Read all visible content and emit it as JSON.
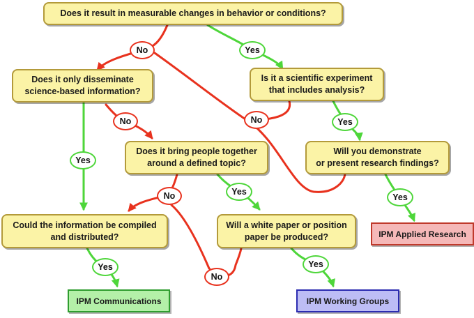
{
  "questions": {
    "q1": "Does it result in measurable changes in behavior or conditions?",
    "q2": "Does it only disseminate\nscience-based information?",
    "q3": "Is it a scientific experiment\nthat includes analysis?",
    "q4": "Does it bring people together\naround a defined topic?",
    "q5": "Will you demonstrate\nor present research findings?",
    "q6": "Could the information be compiled\nand distributed?",
    "q7": "Will a white paper or position\npaper be produced?"
  },
  "outcomes": {
    "applied_research": "IPM Applied Research",
    "communications": "IPM Communications",
    "working_groups": "IPM Working Groups"
  },
  "labels": {
    "yes": "Yes",
    "no": "No"
  },
  "colors": {
    "yes_edge": "#4ed63a",
    "no_edge": "#e8321e",
    "question_fill": "#fbf3a6",
    "question_border": "#b39a3a",
    "applied_research_fill": "#f5b8b8",
    "applied_research_border": "#c0392b",
    "communications_fill": "#b4f0a8",
    "communications_border": "#2f9d2f",
    "working_groups_fill": "#bdbdf5",
    "working_groups_border": "#2b2bb0"
  }
}
